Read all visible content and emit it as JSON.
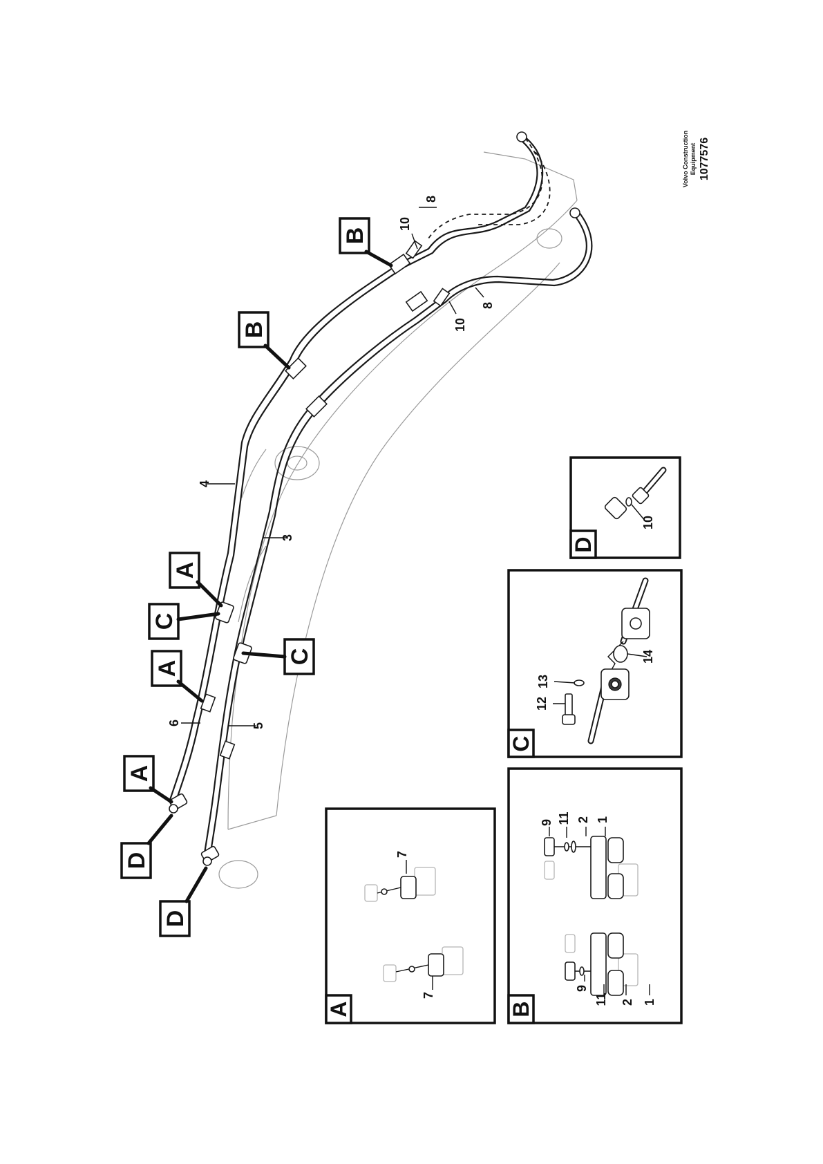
{
  "figure": {
    "brand_line1": "Volvo Construction",
    "brand_line2": "Equipment",
    "figure_number": "1077576"
  },
  "callouts": {
    "a": "A",
    "b": "B",
    "c": "C",
    "d": "D"
  },
  "part_numbers": {
    "p1": "1",
    "p2": "2",
    "p3": "3",
    "p4": "4",
    "p5": "5",
    "p6": "6",
    "p7": "7",
    "p8": "8",
    "p9": "9",
    "p10": "10",
    "p11": "11",
    "p12": "12",
    "p13": "13",
    "p14": "14"
  }
}
